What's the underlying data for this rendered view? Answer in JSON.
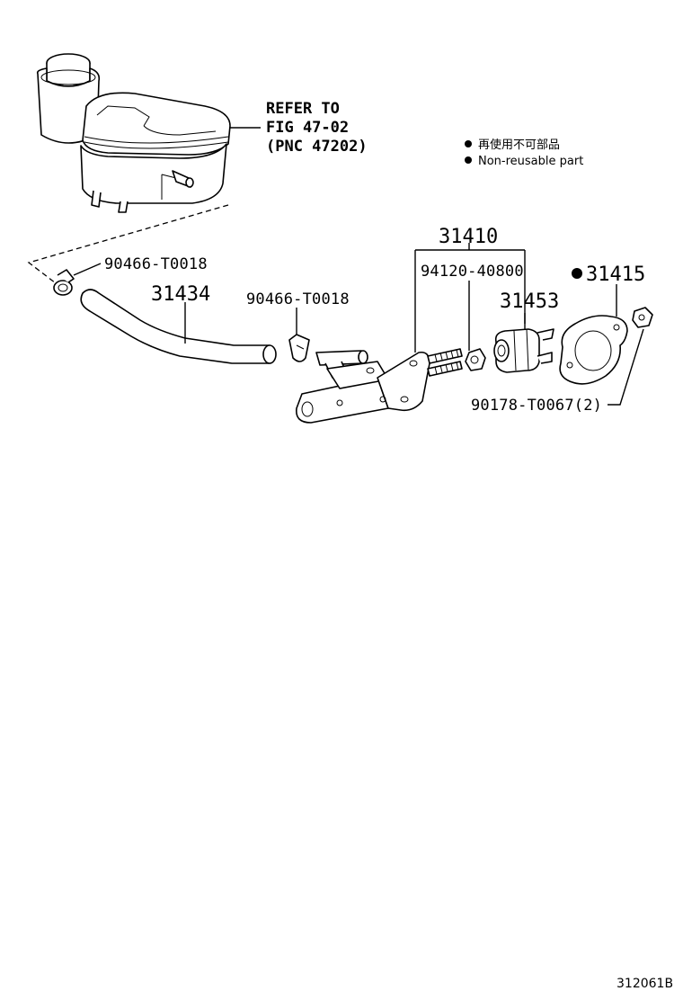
{
  "refer": {
    "line1": "REFER TO",
    "line2": "FIG 47-02",
    "line3": "(PNC 47202)"
  },
  "legend": {
    "japanese": "再使用不可部品",
    "english": "Non-reusable part"
  },
  "parts": {
    "clip_left": "90466-T0018",
    "hose": "31434",
    "clip_right": "90466-T0018",
    "master_cylinder": "31410",
    "bolt": "94120-40800",
    "reservoir_bushing": "31453",
    "gasket": "31415",
    "nut": "90178-T0067(2)"
  },
  "figure_id": "312061B",
  "colors": {
    "ink": "#000000",
    "paper": "#ffffff"
  }
}
